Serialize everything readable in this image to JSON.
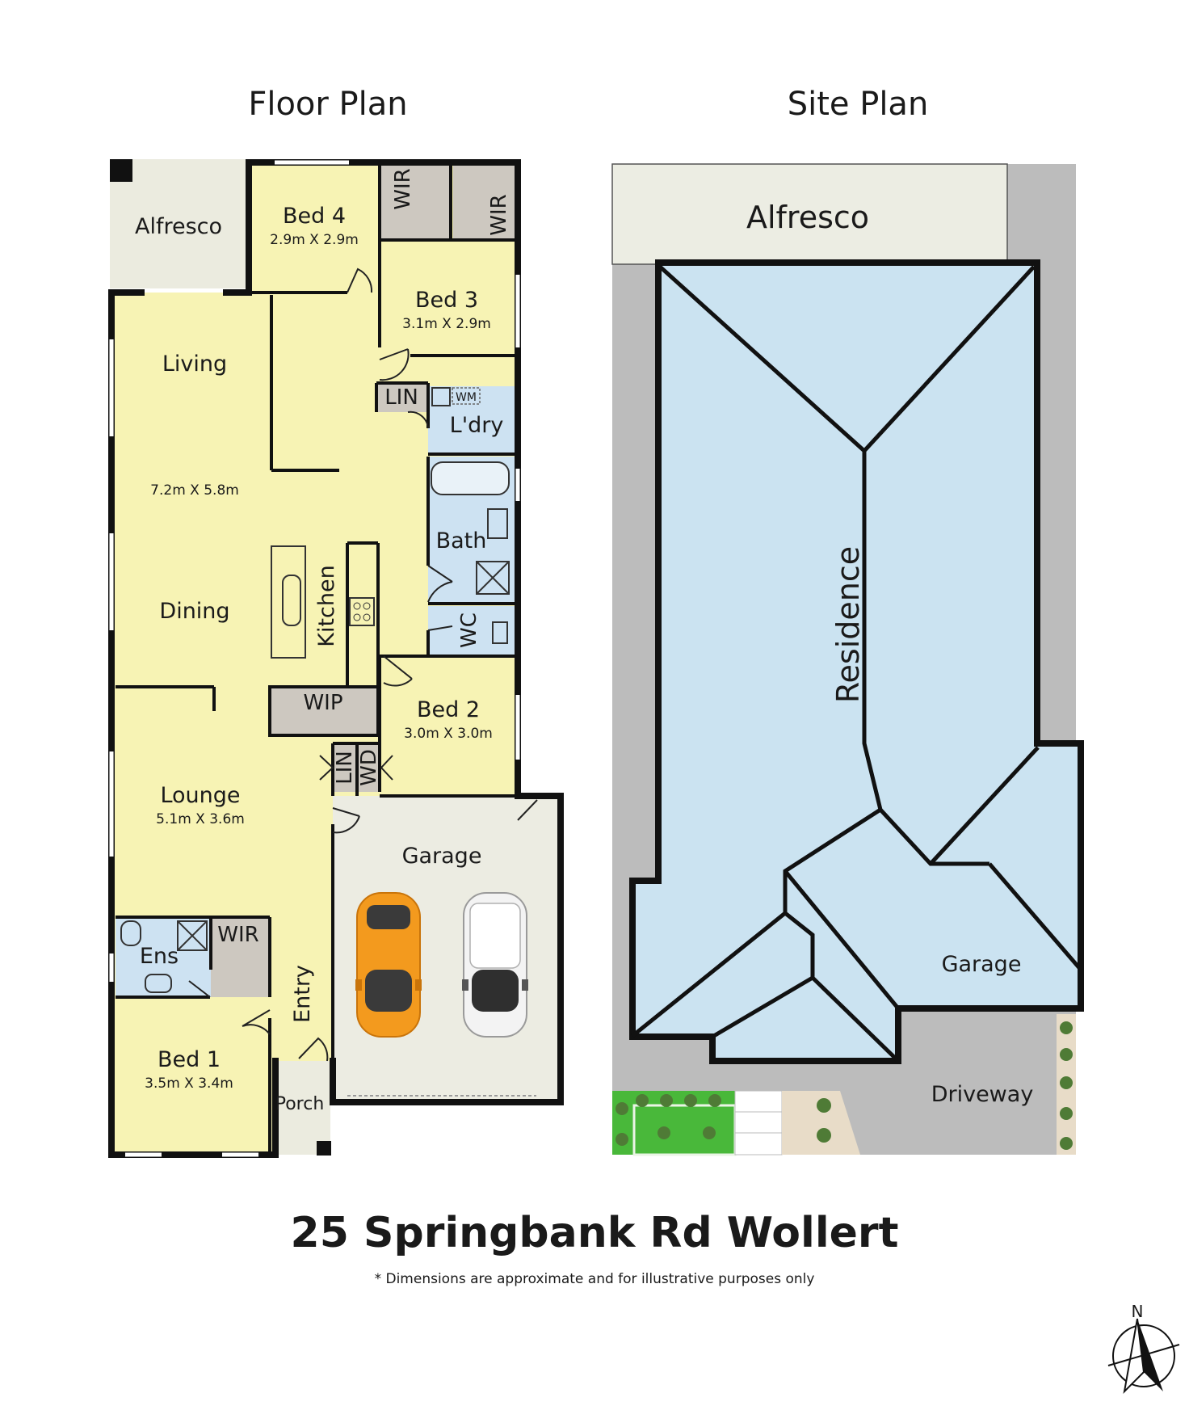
{
  "floor_plan": {
    "heading": "Floor Plan",
    "rooms": {
      "alfresco": {
        "label": "Alfresco"
      },
      "bed4": {
        "label": "Bed 4",
        "dims": "2.9m X 2.9m"
      },
      "bed3": {
        "label": "Bed 3",
        "dims": "3.1m X 2.9m"
      },
      "wir_bed4": {
        "label": "WIR"
      },
      "wir_bed3": {
        "label": "WIR"
      },
      "living": {
        "label": "Living",
        "dims": "7.2m X 5.8m"
      },
      "dining": {
        "label": "Dining"
      },
      "kitchen": {
        "label": "Kitchen"
      },
      "lin_top": {
        "label": "LIN"
      },
      "wm": {
        "label": "WM"
      },
      "laundry": {
        "label": "L'dry"
      },
      "bath": {
        "label": "Bath"
      },
      "wc": {
        "label": "WC"
      },
      "wip": {
        "label": "WIP"
      },
      "bed2": {
        "label": "Bed 2",
        "dims": "3.0m X 3.0m"
      },
      "lin_bottom": {
        "label": "LIN"
      },
      "wd": {
        "label": "WD"
      },
      "lounge": {
        "label": "Lounge",
        "dims": "5.1m X 3.6m"
      },
      "garage": {
        "label": "Garage"
      },
      "ens": {
        "label": "Ens"
      },
      "wir_bed1": {
        "label": "WIR"
      },
      "entry": {
        "label": "Entry"
      },
      "bed1": {
        "label": "Bed 1",
        "dims": "3.5m X 3.4m"
      },
      "porch": {
        "label": "Porch"
      }
    },
    "colors": {
      "room": "#f7f3b4",
      "wet": "#cde2f2",
      "store": "#cdc8c0",
      "outdoor": "#ebebdf",
      "garage_floor": "#ecece2",
      "car_orange": "#f39a1e",
      "car_white": "#f3f3f3"
    }
  },
  "site_plan": {
    "heading": "Site Plan",
    "labels": {
      "alfresco": "Alfresco",
      "residence": "Residence",
      "garage": "Garage",
      "driveway": "Driveway"
    },
    "colors": {
      "roof": "#cbe3f1",
      "ground": "#bcbcbc",
      "lawn": "#49b83a",
      "alfresco": "#ecede3"
    }
  },
  "footer": {
    "address": "25 Springbank Rd Wollert",
    "disclaimer": "* Dimensions are approximate and for illustrative purposes only"
  },
  "compass": {
    "label": "N"
  }
}
